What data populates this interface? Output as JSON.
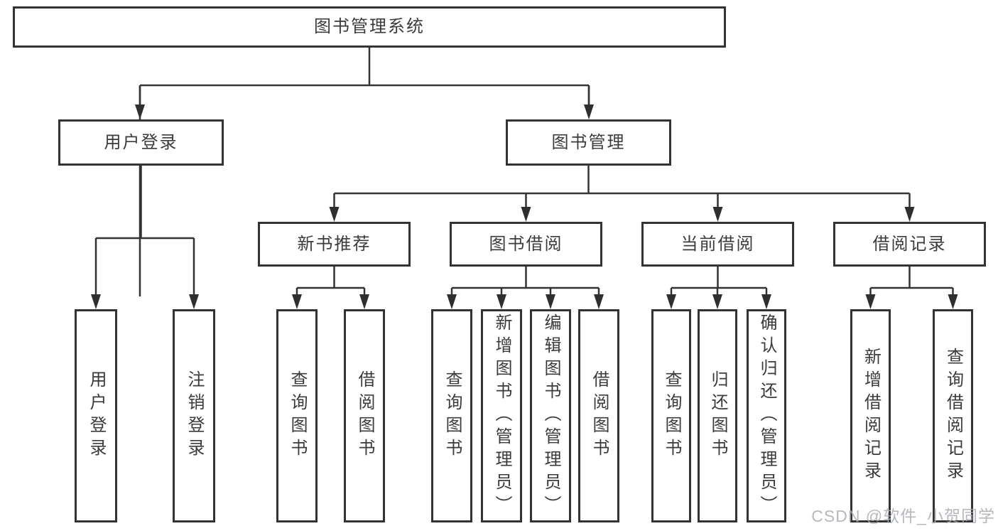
{
  "tree": {
    "root": "图书管理系统",
    "children": [
      {
        "label": "用户登录",
        "children": [
          "用户登录",
          "注销登录"
        ]
      },
      {
        "label": "图书管理",
        "children": [
          {
            "label": "新书推荐",
            "children": [
              "查询图书",
              "借阅图书"
            ]
          },
          {
            "label": "图书借阅",
            "children": [
              "查询图书",
              "新增图书（管理员）",
              "编辑图书（管理员）",
              "借阅图书"
            ]
          },
          {
            "label": "当前借阅",
            "children": [
              "查询图书",
              "归还图书",
              "确认归还（管理员）"
            ]
          },
          {
            "label": "借阅记录",
            "children": [
              "新增借阅记录",
              "查询借阅记录"
            ]
          }
        ]
      }
    ]
  },
  "colors": {
    "line": "#333333",
    "text": "#3b3b3b",
    "watermark": "#a8adb2"
  },
  "watermark": "CSDN @软件_小贺同学"
}
